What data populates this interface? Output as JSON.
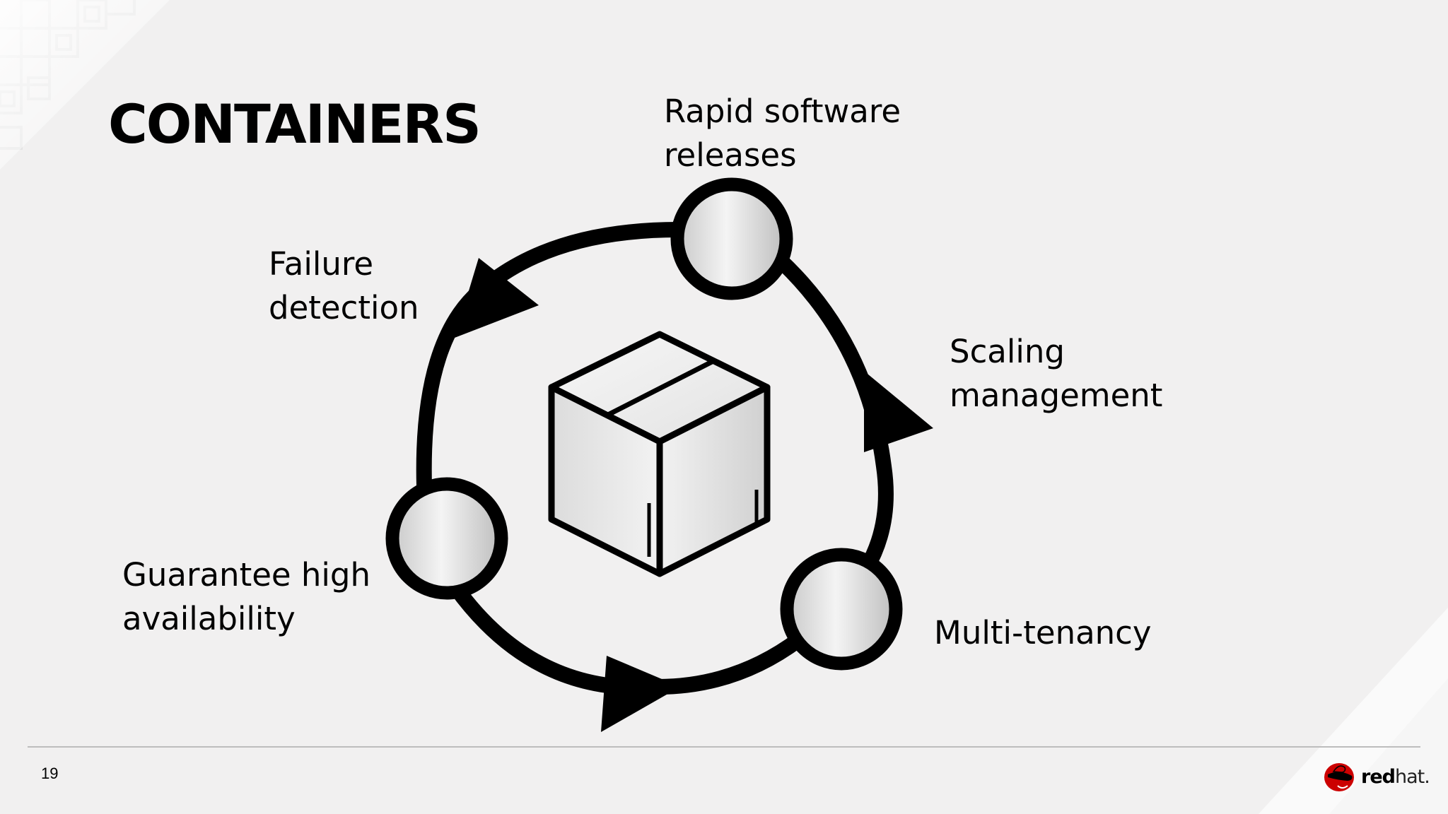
{
  "slide": {
    "title": "CONTAINERS",
    "page_number": "19"
  },
  "diagram": {
    "center_icon": "box-icon",
    "labels": {
      "rapid": [
        "Rapid software",
        "releases"
      ],
      "failure": [
        "Failure",
        "detection"
      ],
      "scaling": [
        "Scaling",
        "management"
      ],
      "guarantee": [
        "Guarantee high",
        "availability"
      ],
      "multi": [
        "Multi-tenancy"
      ]
    }
  },
  "logo": {
    "icon": "redhat-shadowman-icon",
    "text_bold": "red",
    "text_light": "hat."
  },
  "colors": {
    "background": "#f1f0f0",
    "ink": "#000000",
    "brand_red": "#cc0000"
  }
}
